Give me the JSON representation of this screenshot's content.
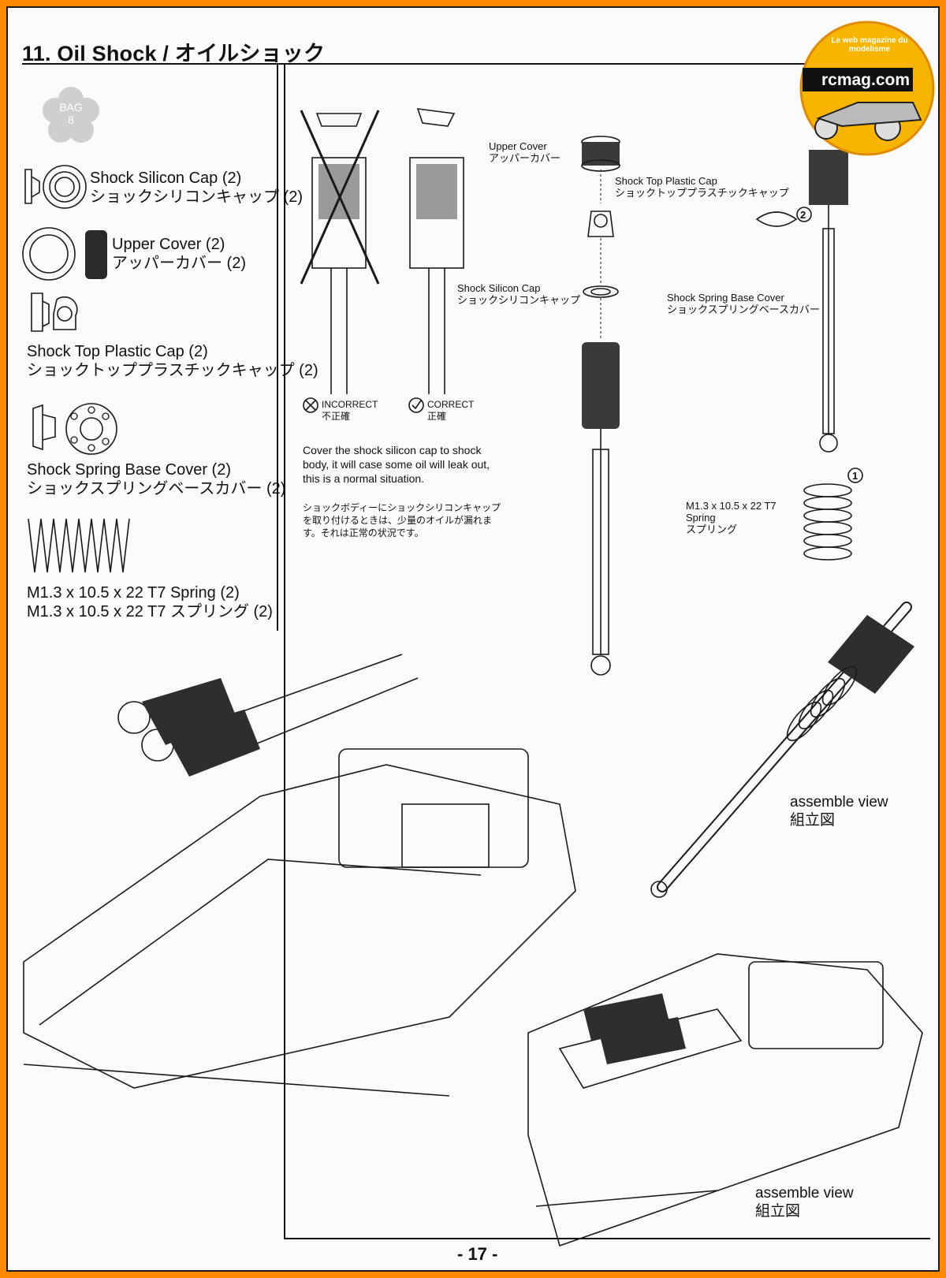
{
  "page": {
    "title": "11. Oil Shock / オイルショック",
    "bag_label": "BAG",
    "bag_number": "8",
    "page_number": "- 17 -"
  },
  "parts": [
    {
      "name_en": "Shock Silicon Cap (2)",
      "name_jp": "ショックシリコンキャップ (2)"
    },
    {
      "name_en": "Upper Cover (2)",
      "name_jp": "アッパーカバー (2)"
    },
    {
      "name_en": "Shock Top Plastic Cap (2)",
      "name_jp": "ショックトッププラスチックキャップ (2)"
    },
    {
      "name_en": "Shock Spring Base Cover (2)",
      "name_jp": "ショックスプリングベースカバー (2)"
    },
    {
      "name_en": "M1.3 x 10.5 x 22 T7 Spring (2)",
      "name_jp": "M1.3 x 10.5 x 22 T7 スプリング (2)"
    }
  ],
  "assembly_labels": {
    "upper_cover_en": "Upper Cover",
    "upper_cover_jp": "アッパーカバー",
    "top_cap_en": "Shock Top Plastic Cap",
    "top_cap_jp": "ショックトッププラスチックキャップ",
    "silicon_cap_en": "Shock Silicon Cap",
    "silicon_cap_jp": "ショックシリコンキャップ",
    "spring_base_en": "Shock Spring Base Cover",
    "spring_base_jp": "ショックスプリングベースカバー",
    "spring_en_1": "M1.3 x 10.5 x 22 T7",
    "spring_en_2": "Spring",
    "spring_jp": "スプリング",
    "step_1": "1",
    "step_2": "2"
  },
  "check": {
    "incorrect_en": "INCORRECT",
    "incorrect_jp": "不正確",
    "correct_en": "CORRECT",
    "correct_jp": "正確"
  },
  "note": {
    "en": "Cover the shock silicon cap to shock body, it will case some oil will leak out, this is a normal situation.",
    "jp": "ショックボディーにショックシリコンキャップを取り付けるときは、少量のオイルが漏れます。それは正常の状況です。"
  },
  "views": {
    "assemble_en": "assemble view",
    "assemble_jp": "組立図"
  },
  "logo": {
    "arc_text": "Le web magazine du modelisme",
    "brand": "rcmag.com"
  },
  "colors": {
    "frame": "#ff8a00",
    "paper": "#fbfbfb",
    "ink": "#1a1a1a",
    "logo_yellow": "#f7b500"
  }
}
